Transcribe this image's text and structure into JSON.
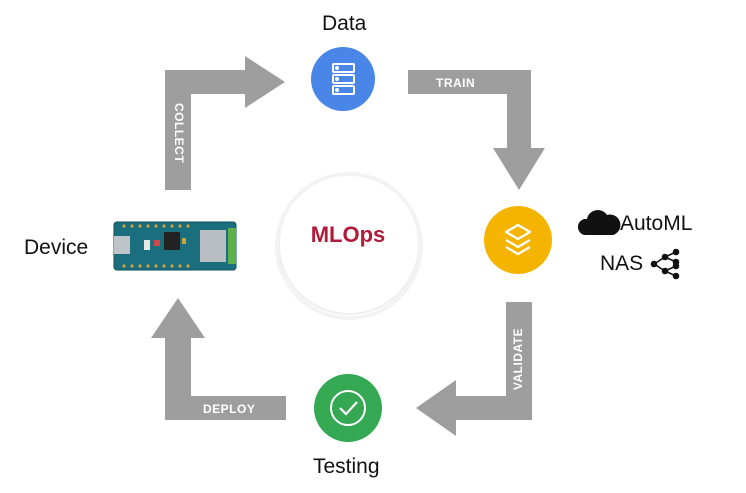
{
  "center": {
    "label": "MLOps"
  },
  "nodes": {
    "data": "Data",
    "device": "Device",
    "testing": "Testing",
    "automl": "AutoML",
    "nas": "NAS"
  },
  "arrows": {
    "train": "TRAIN",
    "validate": "VALIDATE",
    "deploy": "DEPLOY",
    "collect": "COLLECT"
  },
  "colors": {
    "data_circle": "#4a86e8",
    "train_circle": "#f4b400",
    "testing_circle": "#34a853",
    "arrow": "#9e9e9e",
    "center_text": "#b01b3a",
    "board": "#1a6e7e"
  },
  "icons": {
    "data": "server-icon",
    "train": "layers-icon",
    "testing": "check-icon",
    "automl": "cloud-icon",
    "nas": "network-icon"
  }
}
